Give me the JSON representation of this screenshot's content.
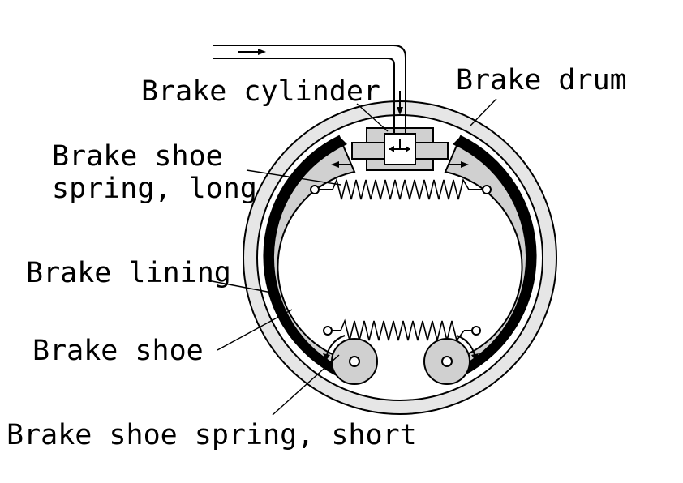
{
  "diagram": {
    "labels": {
      "brake_cylinder": "Brake cylinder",
      "brake_drum": "Brake drum",
      "shoe_spring_long_line1": "Brake shoe",
      "shoe_spring_long_line2": "spring, long",
      "brake_lining": "Brake lining",
      "brake_shoe": "Brake shoe",
      "shoe_spring_short": "Brake shoe spring, short"
    },
    "colors": {
      "outline": "#000000",
      "shoe_fill": "#d0d0d0",
      "drum_fill": "#e6e6e6",
      "lining": "#000000",
      "background": "#ffffff"
    }
  }
}
